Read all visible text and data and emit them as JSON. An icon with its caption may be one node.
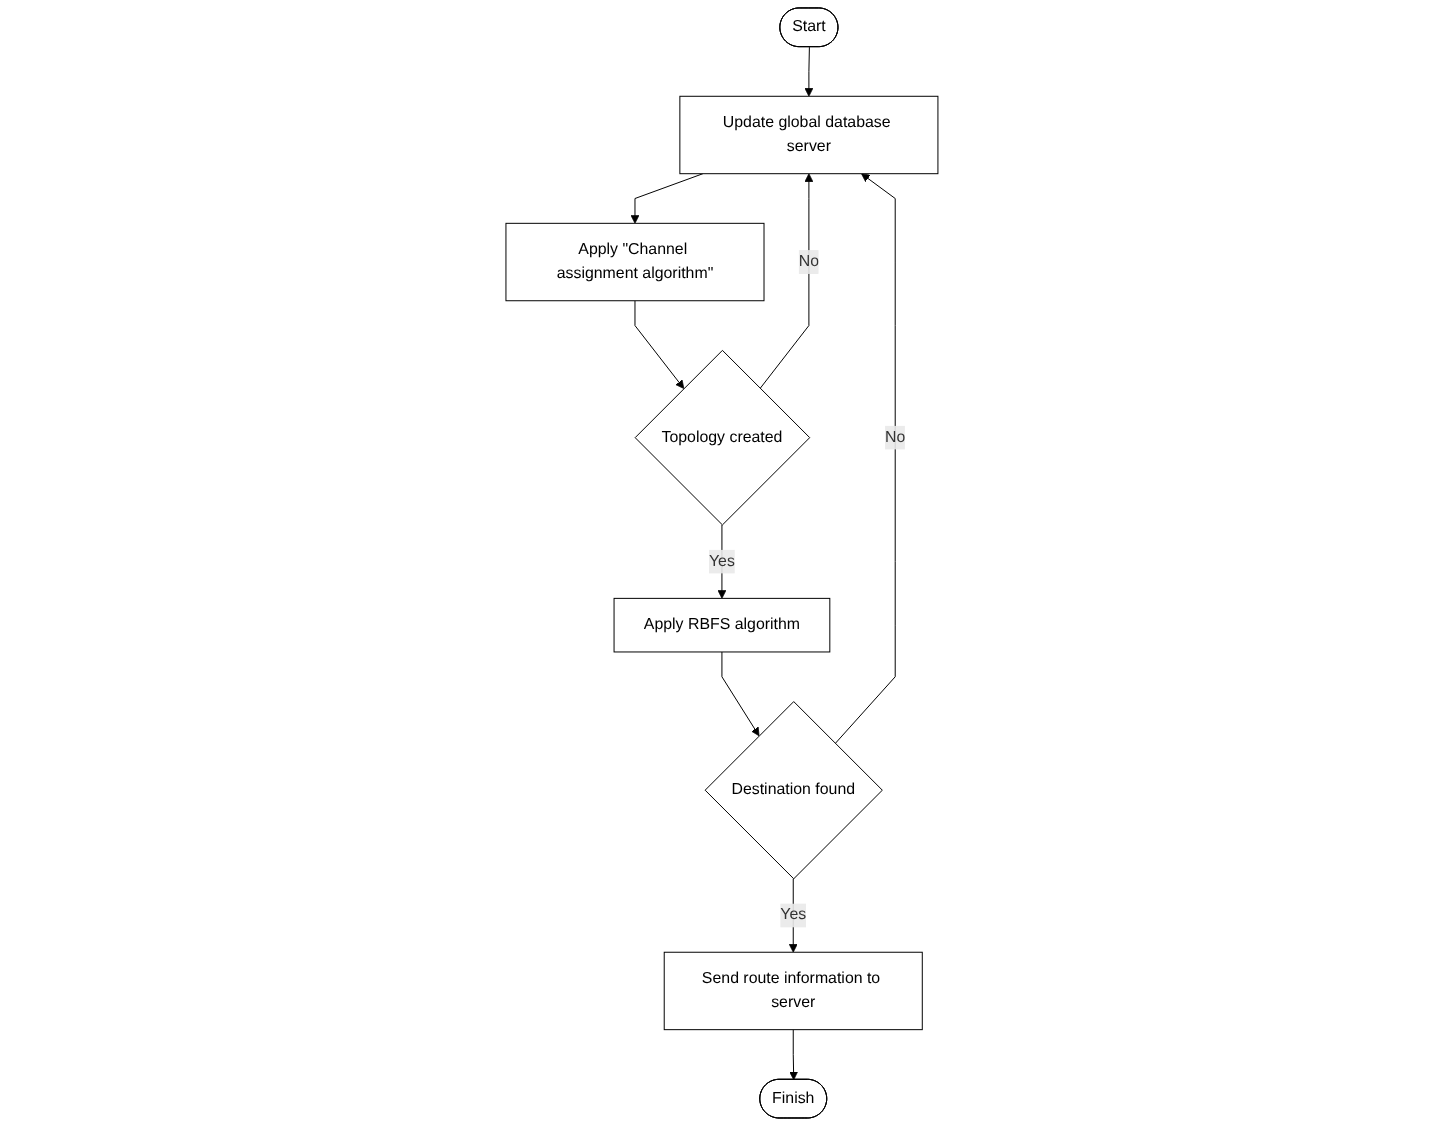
{
  "diagram": {
    "nodes": [
      {
        "text": [
          "Start"
        ]
      },
      {
        "text": [
          "Update global database server"
        ]
      },
      {
        "text": [
          "Apply \"Channel assignment algorithm\""
        ]
      },
      {
        "text": [
          "Topology created"
        ]
      },
      {
        "text": [
          "Apply RBFS algorithm"
        ]
      },
      {
        "text": [
          "Destination found"
        ]
      },
      {
        "text": [
          "Send route information to server"
        ]
      },
      {
        "text": [
          "Finish"
        ]
      }
    ],
    "edges": [
      {
        "from": 0,
        "to": 1,
        "arrow": "to"
      },
      {
        "from": 1,
        "to": 2,
        "arrow": "to"
      },
      {
        "from": 2,
        "to": 3,
        "arrow": "to"
      },
      {
        "from": 3,
        "to": 4,
        "arrow": "to",
        "label": "Yes"
      },
      {
        "from": 3,
        "to": 1,
        "arrow": "to",
        "label": "No"
      },
      {
        "from": 4,
        "to": 5,
        "arrow": "to"
      },
      {
        "from": 5,
        "to": 1,
        "arrow": "to",
        "label": "No"
      },
      {
        "from": 5,
        "to": 6,
        "arrow": "to",
        "label": "Yes"
      },
      {
        "from": 6,
        "to": 7,
        "arrow": "to"
      }
    ]
  }
}
